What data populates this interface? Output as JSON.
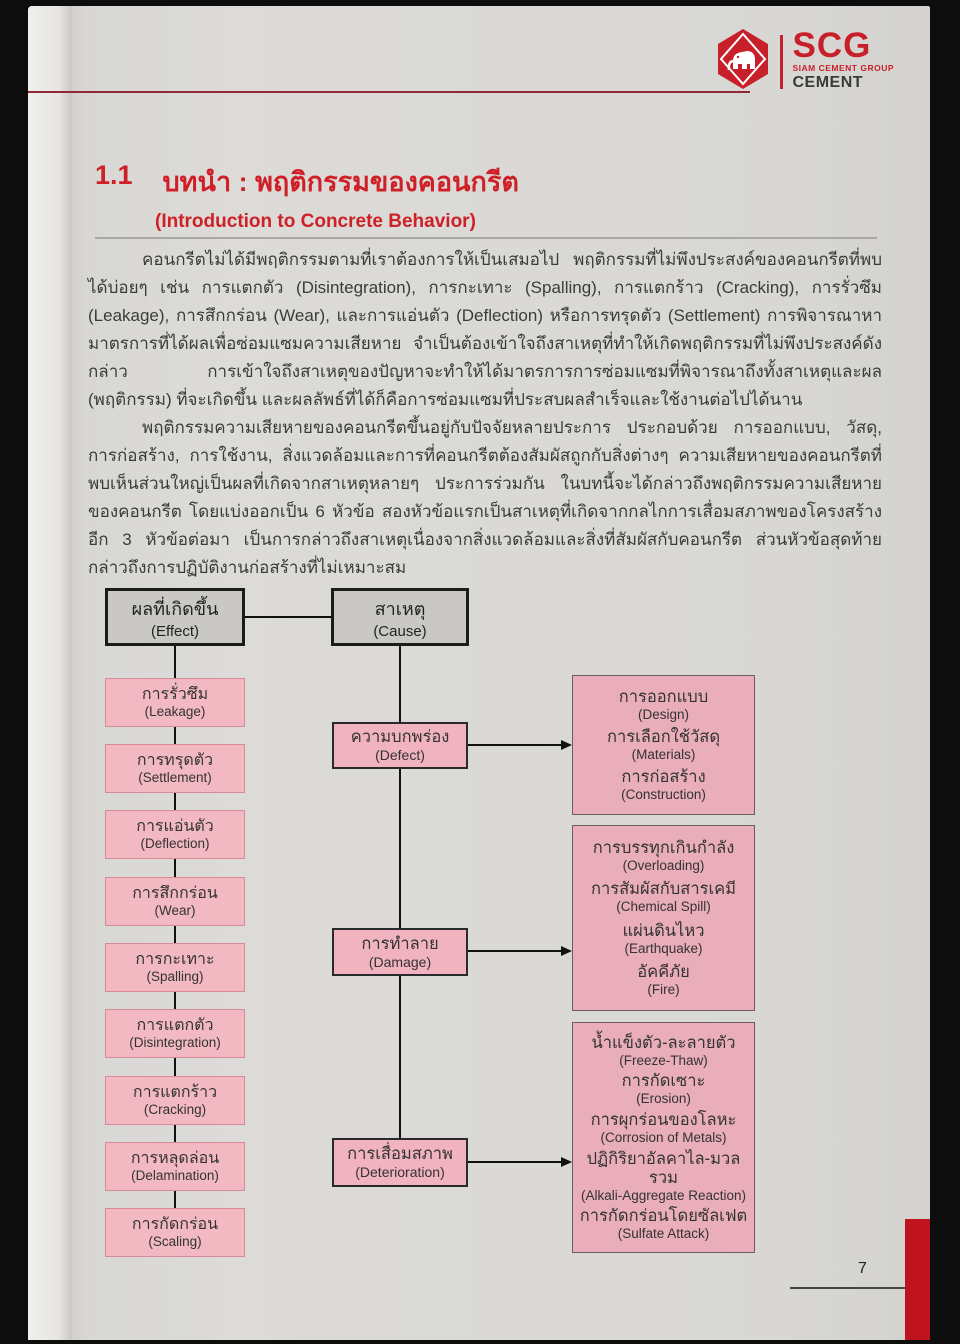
{
  "colors": {
    "accent_red": "#c8202b",
    "tab_red": "#c01320",
    "effect_pink": "#f2b9c3",
    "detail_pink": "#e9aeb9",
    "header_gray": "#c9c8c5"
  },
  "logo": {
    "brand": "SCG",
    "group": "SIAM CEMENT GROUP",
    "division": "CEMENT"
  },
  "heading": {
    "number": "1.1",
    "title_th": "บทนำ : พฤติกรรมของคอนกรีต",
    "title_en": "(Introduction to Concrete Behavior)"
  },
  "paragraphs": {
    "p1": "คอนกรีตไม่ได้มีพฤติกรรมตามที่เราต้องการให้เป็นเสมอไป พฤติกรรมที่ไม่พึงประสงค์ของคอนกรีตที่พบได้บ่อยๆ เช่น การแตกตัว (Disintegration), การกะเทาะ (Spalling), การแตกร้าว (Cracking), การรั่วซึม (Leakage), การสึกกร่อน (Wear), และการแอ่นตัว (Deflection) หรือการทรุดตัว (Settlement) การพิจารณาหามาตรการที่ได้ผลเพื่อซ่อมแซมความเสียหาย จำเป็นต้องเข้าใจถึงสาเหตุที่ทำให้เกิดพฤติกรรมที่ไม่พึงประสงค์ดังกล่าว การเข้าใจถึงสาเหตุของปัญหาจะทำให้ได้มาตรการการซ่อมแซมที่พิจารณาถึงทั้งสาเหตุและผล (พฤติกรรม) ที่จะเกิดขึ้น และผลลัพธ์ที่ได้ก็คือการซ่อมแซมที่ประสบผลสำเร็จและใช้งานต่อไปได้นาน",
    "p2": "พฤติกรรมความเสียหายของคอนกรีตขึ้นอยู่กับปัจจัยหลายประการ ประกอบด้วย การออกแบบ, วัสดุ, การก่อสร้าง, การใช้งาน, สิ่งแวดล้อมและการที่คอนกรีตต้องสัมผัสถูกกับสิ่งต่างๆ ความเสียหายของคอนกรีตที่พบเห็นส่วนใหญ่เป็นผลที่เกิดจากสาเหตุหลายๆ ประการร่วมกัน ในบทนี้จะได้กล่าวถึงพฤติกรรมความเสียหายของคอนกรีต โดยแบ่งออกเป็น 6 หัวข้อ สองหัวข้อแรกเป็นสาเหตุที่เกิดจากกลไกการเสื่อมสภาพของโครงสร้าง อีก 3 หัวข้อต่อมา เป็นการกล่าวถึงสาเหตุเนื่องจากสิ่งแวดล้อมและสิ่งที่สัมผัสกับคอนกรีต ส่วนหัวข้อสุดท้ายกล่าวถึงการปฏิบัติงานก่อสร้างที่ไม่เหมาะสม"
  },
  "diagram": {
    "effect_header": {
      "th": "ผลที่เกิดขึ้น",
      "en": "(Effect)"
    },
    "cause_header": {
      "th": "สาเหตุ",
      "en": "(Cause)"
    },
    "effects": [
      {
        "th": "การรั่วซึม",
        "en": "(Leakage)"
      },
      {
        "th": "การทรุดตัว",
        "en": "(Settlement)"
      },
      {
        "th": "การแอ่นตัว",
        "en": "(Deflection)"
      },
      {
        "th": "การสึกกร่อน",
        "en": "(Wear)"
      },
      {
        "th": "การกะเทาะ",
        "en": "(Spalling)"
      },
      {
        "th": "การแตกตัว",
        "en": "(Disintegration)"
      },
      {
        "th": "การแตกร้าว",
        "en": "(Cracking)"
      },
      {
        "th": "การหลุดล่อน",
        "en": "(Delamination)"
      },
      {
        "th": "การกัดกร่อน",
        "en": "(Scaling)"
      }
    ],
    "causes": [
      {
        "th": "ความบกพร่อง",
        "en": "(Defect)"
      },
      {
        "th": "การทำลาย",
        "en": "(Damage)"
      },
      {
        "th": "การเสื่อมสภาพ",
        "en": "(Deterioration)"
      }
    ],
    "details": {
      "defect": [
        {
          "th": "การออกแบบ",
          "en": "(Design)"
        },
        {
          "th": "การเลือกใช้วัสดุ",
          "en": "(Materials)"
        },
        {
          "th": "การก่อสร้าง",
          "en": "(Construction)"
        }
      ],
      "damage": [
        {
          "th": "การบรรทุกเกินกำลัง",
          "en": "(Overloading)"
        },
        {
          "th": "การสัมผัสกับสารเคมี",
          "en": "(Chemical Spill)"
        },
        {
          "th": "แผ่นดินไหว",
          "en": "(Earthquake)"
        },
        {
          "th": "อัคคีภัย",
          "en": "(Fire)"
        }
      ],
      "deterioration": [
        {
          "th": "น้ำแข็งตัว-ละลายตัว",
          "en": "(Freeze-Thaw)"
        },
        {
          "th": "การกัดเซาะ",
          "en": "(Erosion)"
        },
        {
          "th": "การผุกร่อนของโลหะ",
          "en": "(Corrosion of Metals)"
        },
        {
          "th": "ปฏิกิริยาอัลคาไล-มวลรวม",
          "en": "(Alkali-Aggregate Reaction)"
        },
        {
          "th": "การกัดกร่อนโดยซัลเฟต",
          "en": "(Sulfate Attack)"
        }
      ]
    }
  },
  "footer": {
    "page_number": "7"
  }
}
